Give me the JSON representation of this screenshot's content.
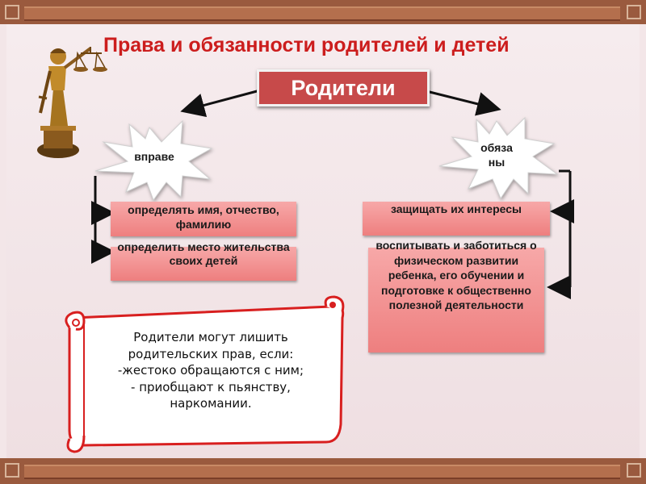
{
  "slide": {
    "title": "Права и обязанности родителей и детей",
    "center_label": "Родители",
    "left_burst": "вправе",
    "right_burst_line1": "обяза",
    "right_burst_line2": "ны",
    "rights": [
      "определять имя, отчество, фамилию",
      "определить место жительства своих детей"
    ],
    "duties": [
      "защищать их интересы",
      "воспитывать и заботиться о физическом развитии ребенка, его обучении и подготовке к общественно полезной деятельности"
    ],
    "scroll_lines": [
      "Родители могут лишить",
      "родительских прав, если:",
      "-жестоко обращаются с ним;",
      "- приобщают к пьянству,",
      "наркомании."
    ],
    "colors": {
      "title": "#cc1d1d",
      "frame": "#9a5a3e",
      "label_box": "#c74a4a",
      "pink_box": "#ee7f7f",
      "scroll_border": "#d81f1f"
    },
    "icons": [
      "themis-statue-icon",
      "scroll-icon"
    ]
  }
}
